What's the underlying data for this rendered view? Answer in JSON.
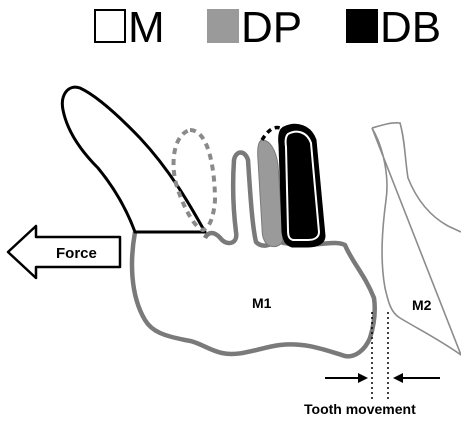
{
  "legend": [
    {
      "symbol": "white-square",
      "label": "M",
      "fill": "#ffffff"
    },
    {
      "symbol": "gray-square",
      "label": "DP",
      "fill": "#9a9a9a"
    },
    {
      "symbol": "black-square",
      "label": "DB",
      "fill": "#000000"
    }
  ],
  "labels": {
    "force": "Force",
    "m1": "M1",
    "m2": "M2",
    "movement": "Tooth movement"
  },
  "colors": {
    "bone_outline": "#7a7a7a",
    "black": "#000000",
    "gray_root": "#9a9a9a",
    "m2_outline": "#8c8c8c"
  }
}
